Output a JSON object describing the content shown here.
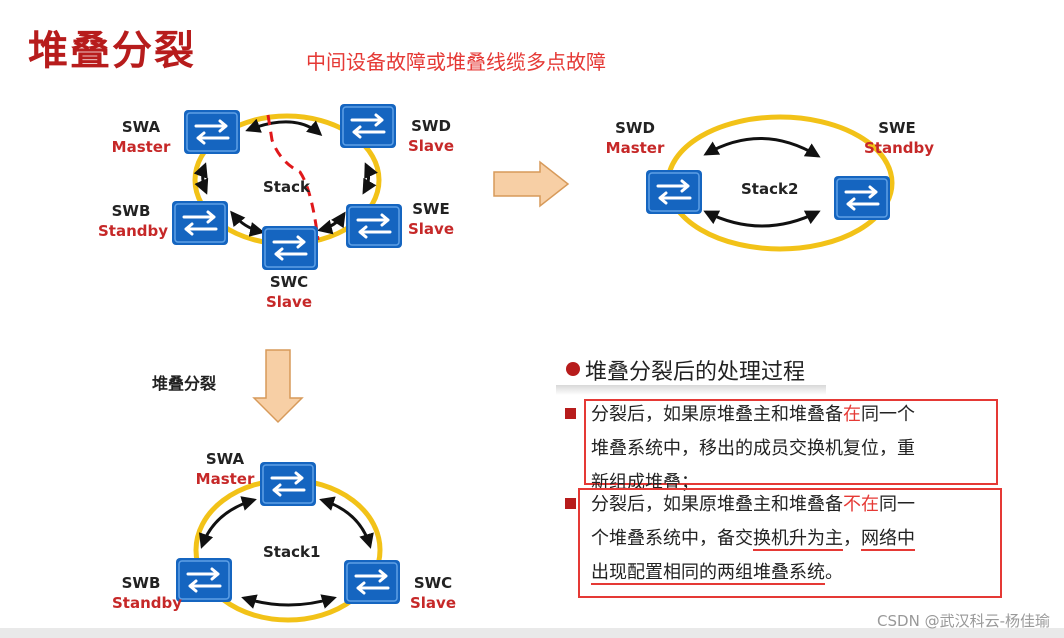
{
  "title": "堆叠分裂",
  "subtitle": "中间设备故障或堆叠线缆多点故障",
  "diagram1": {
    "stack_label": "Stack",
    "swa": {
      "name": "SWA",
      "role": "Master"
    },
    "swb": {
      "name": "SWB",
      "role": "Standby"
    },
    "swc": {
      "name": "SWC",
      "role": "Slave"
    },
    "swd": {
      "name": "SWD",
      "role": "Slave"
    },
    "swe": {
      "name": "SWE",
      "role": "Slave"
    }
  },
  "diagram2": {
    "stack_label": "Stack2",
    "swd": {
      "name": "SWD",
      "role": "Master"
    },
    "swe": {
      "name": "SWE",
      "role": "Standby"
    }
  },
  "split_label": "堆叠分裂",
  "diagram3": {
    "stack_label": "Stack1",
    "swa": {
      "name": "SWA",
      "role": "Master"
    },
    "swb": {
      "name": "SWB",
      "role": "Standby"
    },
    "swc": {
      "name": "SWC",
      "role": "Slave"
    }
  },
  "process": {
    "title": "堆叠分裂后的处理过程",
    "item1": {
      "line1_pre": "分裂后，如果原堆叠主和堆叠备",
      "line1_hl": "在",
      "line1_post": "同一个",
      "line2": "堆叠系统中，移出的成员交换机复位，重",
      "line3": "新组成堆叠；"
    },
    "item2": {
      "line1_pre": "分裂后，如果原堆叠主和堆叠备",
      "line1_hl": "不在",
      "line1_post": "同一",
      "line2_pre": "个堆叠系统中，备交",
      "line2_ul1": "换机升为主",
      "line2_mid": "，",
      "line2_ul2": "网络中",
      "line3_ul": "出现配置相同的两组堆叠系统",
      "line3_post": "。"
    }
  },
  "watermark": "CSDN @武汉科云-杨佳瑜",
  "colors": {
    "title_red": "#b71c1c",
    "role_red": "#c62828",
    "switch_blue": "#1565c0",
    "ring_yellow": "#f2c218",
    "arrow_fill": "#f7cfa5",
    "arrow_stroke": "#d79a5a",
    "break_red": "#e0181b"
  }
}
